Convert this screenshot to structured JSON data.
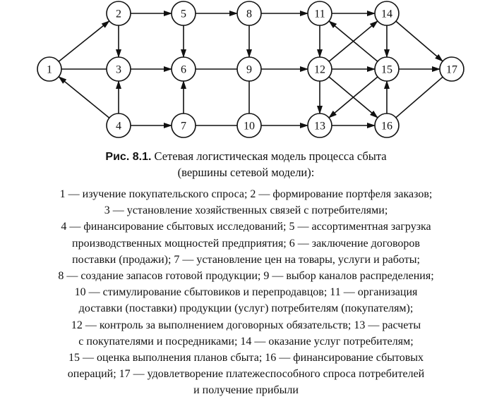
{
  "diagram": {
    "nodes": [
      {
        "id": "1",
        "label": "1"
      },
      {
        "id": "2",
        "label": "2"
      },
      {
        "id": "3",
        "label": "3"
      },
      {
        "id": "4",
        "label": "4"
      },
      {
        "id": "5",
        "label": "5"
      },
      {
        "id": "6",
        "label": "6"
      },
      {
        "id": "7",
        "label": "7"
      },
      {
        "id": "8",
        "label": "8"
      },
      {
        "id": "9",
        "label": "9"
      },
      {
        "id": "10",
        "label": "10"
      },
      {
        "id": "11",
        "label": "11"
      },
      {
        "id": "12",
        "label": "12"
      },
      {
        "id": "13",
        "label": "13"
      },
      {
        "id": "14",
        "label": "14"
      },
      {
        "id": "15",
        "label": "15"
      },
      {
        "id": "16",
        "label": "16"
      },
      {
        "id": "17",
        "label": "17"
      }
    ],
    "edges": [
      {
        "from": "1",
        "to": "2",
        "arrow": true
      },
      {
        "from": "1",
        "to": "3",
        "arrow": false
      },
      {
        "from": "4",
        "to": "1",
        "arrow": true
      },
      {
        "from": "2",
        "to": "5",
        "arrow": true
      },
      {
        "from": "2",
        "to": "3",
        "arrow": true
      },
      {
        "from": "4",
        "to": "3",
        "arrow": true
      },
      {
        "from": "3",
        "to": "6",
        "arrow": true
      },
      {
        "from": "4",
        "to": "7",
        "arrow": true
      },
      {
        "from": "5",
        "to": "8",
        "arrow": true
      },
      {
        "from": "5",
        "to": "6",
        "arrow": true
      },
      {
        "from": "7",
        "to": "6",
        "arrow": true
      },
      {
        "from": "6",
        "to": "9",
        "arrow": false
      },
      {
        "from": "7",
        "to": "10",
        "arrow": false
      },
      {
        "from": "8",
        "to": "11",
        "arrow": true
      },
      {
        "from": "8",
        "to": "9",
        "arrow": true
      },
      {
        "from": "9",
        "to": "12",
        "arrow": true
      },
      {
        "from": "9",
        "to": "10",
        "arrow": false
      },
      {
        "from": "10",
        "to": "13",
        "arrow": true
      },
      {
        "from": "11",
        "to": "14",
        "arrow": true
      },
      {
        "from": "11",
        "to": "12",
        "arrow": true
      },
      {
        "from": "12",
        "to": "13",
        "arrow": true
      },
      {
        "from": "12",
        "to": "14",
        "arrow": true
      },
      {
        "from": "12",
        "to": "15",
        "arrow": true
      },
      {
        "from": "12",
        "to": "16",
        "arrow": true
      },
      {
        "from": "13",
        "to": "16",
        "arrow": true
      },
      {
        "from": "14",
        "to": "15",
        "arrow": true
      },
      {
        "from": "14",
        "to": "17",
        "arrow": true
      },
      {
        "from": "15",
        "to": "11",
        "arrow": true
      },
      {
        "from": "15",
        "to": "13",
        "arrow": true
      },
      {
        "from": "15",
        "to": "17",
        "arrow": true
      },
      {
        "from": "16",
        "to": "15",
        "arrow": true
      },
      {
        "from": "16",
        "to": "17",
        "arrow": false
      }
    ]
  },
  "caption": {
    "figure_number": "Рис. 8.1.",
    "title_line1": "Сетевая логистическая модель процесса сбыта",
    "title_line2": "(вершины сетевой модели):",
    "legend_lines": [
      "1 — изучение покупательского спроса; 2 — формирование портфеля заказов;",
      "3 — установление хозяйственных связей с потребителями;",
      "4 — финансирование сбытовых исследований; 5 — ассортиментная загрузка",
      "производственных мощностей предприятия; 6 — заключение договоров",
      "поставки (продажи); 7 — установление цен на товары, услуги и работы;",
      "8 — создание запасов готовой продукции; 9 — выбор каналов распределения;",
      "10 — стимулирование сбытовиков и перепродавцов; 11 — организация",
      "доставки (поставки) продукции (услуг) потребителям (покупателям);",
      "12 — контроль за выполнением договорных обязательств; 13 — расчеты",
      "с покупателями и посредниками; 14 — оказание услуг потребителям;",
      "15 — оценка выполнения планов сбыта; 16 — финансирование сбытовых",
      "операций; 17 — удовлетворение платежеспособного спроса потребителей",
      "и получение прибыли"
    ]
  }
}
